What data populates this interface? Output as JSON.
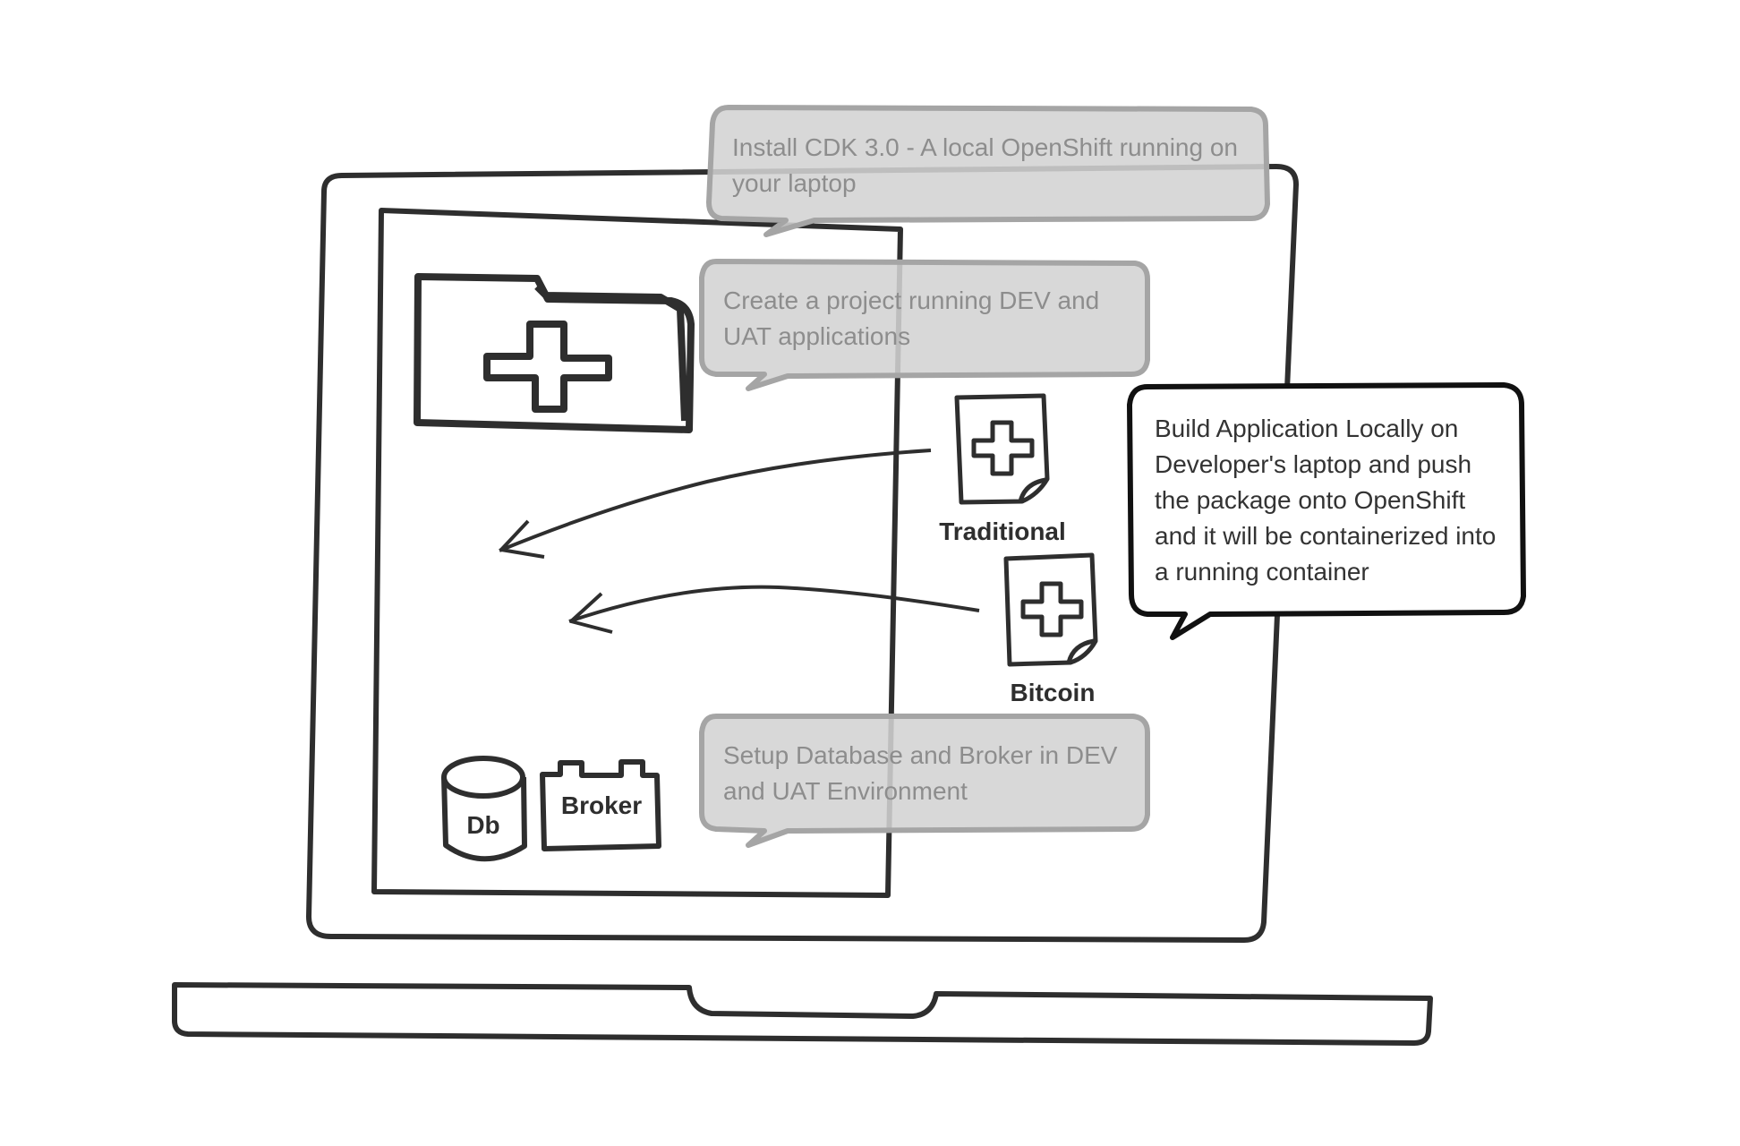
{
  "callouts": {
    "install_cdk": "Install CDK 3.0 - A local OpenShift running on your laptop",
    "create_project": "Create a project running DEV and UAT applications",
    "build_application": "Build Application Locally on Developer's laptop and push the package onto OpenShift and it will be containerized into a running container",
    "setup_database": "Setup Database and Broker in DEV and UAT Environment"
  },
  "labels": {
    "traditional": "Traditional",
    "bitcoin": "Bitcoin",
    "db": "Db",
    "broker": "Broker"
  },
  "icons": {
    "laptop": "laptop-icon",
    "project_folder": "folder-plus-icon",
    "traditional_app": "document-plus-icon",
    "bitcoin_app": "document-plus-icon",
    "database": "database-cylinder-icon",
    "broker": "message-broker-icon"
  },
  "colors": {
    "stroke": "#2e2e2e",
    "gray_callout_fill": "#d3d3d3",
    "gray_callout_stroke": "#a5a5a5",
    "gray_callout_text": "#8d8d8d",
    "dark_callout_fill": "#ffffff",
    "dark_callout_stroke": "#111111"
  }
}
